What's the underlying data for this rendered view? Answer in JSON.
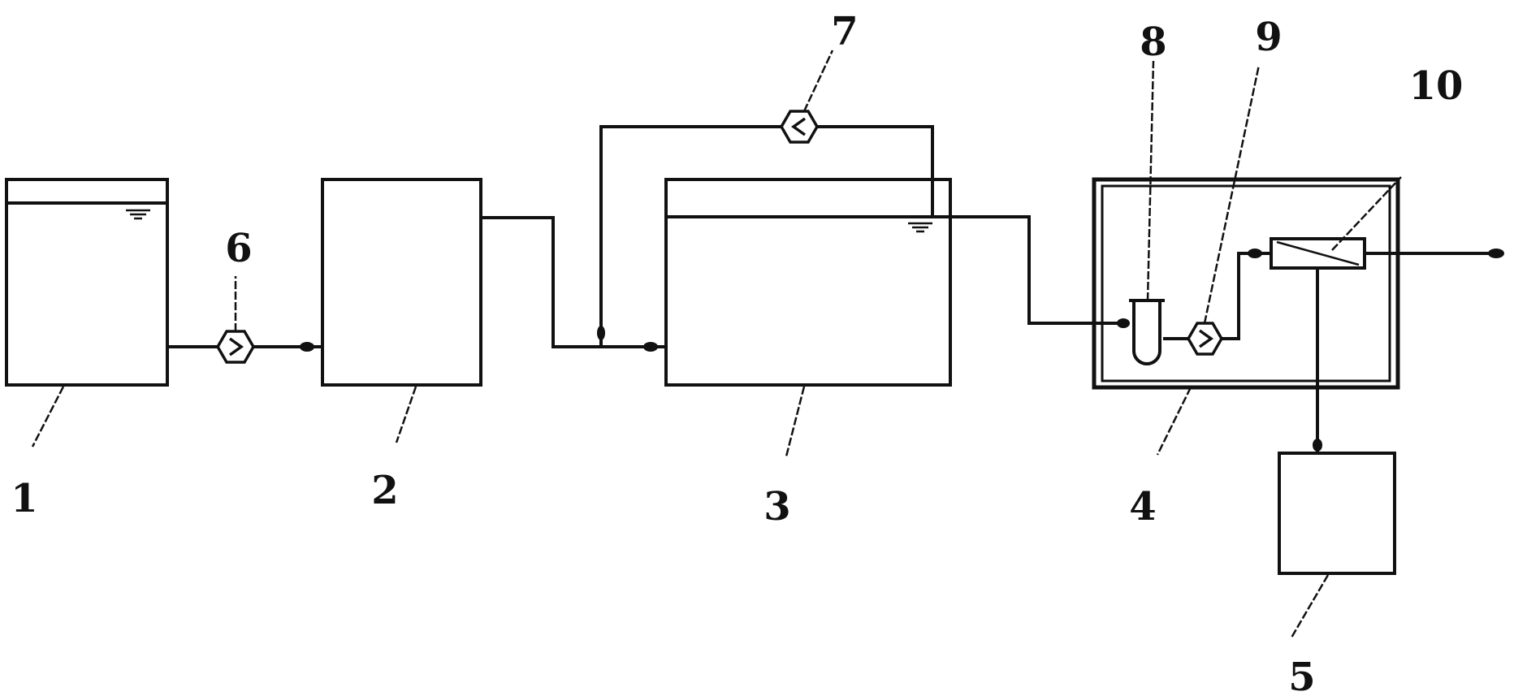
{
  "labels": {
    "n1": "1",
    "n2": "2",
    "n3": "3",
    "n4": "4",
    "n5": "5",
    "n6": "6",
    "n7": "7",
    "n8": "8",
    "n9": "9",
    "n10": "10"
  }
}
